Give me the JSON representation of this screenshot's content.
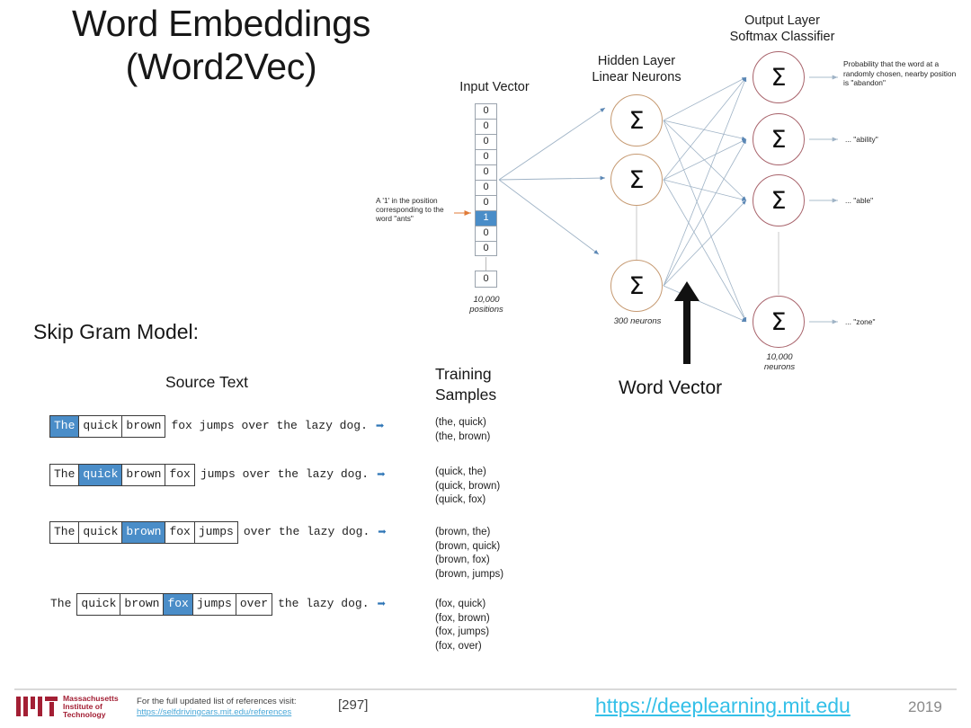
{
  "slide": {
    "title_line1": "Word Embeddings",
    "title_line2": "(Word2Vec)",
    "skipgram_heading": "Skip Gram Model:"
  },
  "diagram": {
    "input_vector_label": "Input Vector",
    "hidden_layer_label_line1": "Hidden Layer",
    "hidden_layer_label_line2": "Linear Neurons",
    "output_layer_label_line1": "Output Layer",
    "output_layer_label_line2": "Softmax Classifier",
    "input_annotation": "A '1' in the position corresponding to the word \"ants\"",
    "input_vector_cells": [
      "0",
      "0",
      "0",
      "0",
      "0",
      "0",
      "0",
      "1",
      "0",
      "0"
    ],
    "input_vector_active_index": 7,
    "input_vector_tail_cell": "0",
    "input_vector_caption_line1": "10,000",
    "input_vector_caption_line2": "positions",
    "hidden_neuron_glyph": "Σ",
    "hidden_caption": "300 neurons",
    "output_neuron_glyph": "Σ",
    "output_caption_line1": "10,000",
    "output_caption_line2": "neurons",
    "output_labels": [
      "Probability that the word at a randomly chosen, nearby position is \"abandon\"",
      "... \"ability\"",
      "... \"able\"",
      "... \"zone\""
    ],
    "word_vector_label": "Word Vector",
    "colors": {
      "hidden_neuron_stroke": "#c69a72",
      "output_neuron_stroke": "#a8636b",
      "wire_stroke": "#8ea3b8",
      "highlight_blue": "#4a8dc8",
      "annotation_arrow": "#e07b39"
    }
  },
  "skipgram": {
    "source_text_header": "Source Text",
    "training_samples_header_line1": "Training",
    "training_samples_header_line2": "Samples",
    "rows": [
      {
        "tokens": [
          {
            "text": "The",
            "boxed": true,
            "highlight": true
          },
          {
            "text": "quick",
            "boxed": true,
            "highlight": false
          },
          {
            "text": "brown",
            "boxed": true,
            "highlight": false
          },
          {
            "text": "fox jumps over the lazy dog.",
            "boxed": false,
            "highlight": false
          }
        ],
        "samples": [
          "(the, quick)",
          "(the, brown)"
        ]
      },
      {
        "tokens": [
          {
            "text": "The",
            "boxed": true,
            "highlight": false
          },
          {
            "text": "quick",
            "boxed": true,
            "highlight": true
          },
          {
            "text": "brown",
            "boxed": true,
            "highlight": false
          },
          {
            "text": "fox",
            "boxed": true,
            "highlight": false
          },
          {
            "text": "jumps over the lazy dog.",
            "boxed": false,
            "highlight": false
          }
        ],
        "samples": [
          "(quick, the)",
          "(quick, brown)",
          "(quick, fox)"
        ]
      },
      {
        "tokens": [
          {
            "text": "The",
            "boxed": true,
            "highlight": false
          },
          {
            "text": "quick",
            "boxed": true,
            "highlight": false
          },
          {
            "text": "brown",
            "boxed": true,
            "highlight": true
          },
          {
            "text": "fox",
            "boxed": true,
            "highlight": false
          },
          {
            "text": "jumps",
            "boxed": true,
            "highlight": false
          },
          {
            "text": "over the lazy dog.",
            "boxed": false,
            "highlight": false
          }
        ],
        "samples": [
          "(brown, the)",
          "(brown, quick)",
          "(brown, fox)",
          "(brown, jumps)"
        ]
      },
      {
        "tokens": [
          {
            "text": "The",
            "boxed": false,
            "highlight": false
          },
          {
            "text": "quick",
            "boxed": true,
            "highlight": false
          },
          {
            "text": "brown",
            "boxed": true,
            "highlight": false
          },
          {
            "text": "fox",
            "boxed": true,
            "highlight": true
          },
          {
            "text": "jumps",
            "boxed": true,
            "highlight": false
          },
          {
            "text": "over",
            "boxed": true,
            "highlight": false
          },
          {
            "text": "the lazy dog.",
            "boxed": false,
            "highlight": false
          }
        ],
        "samples": [
          "(fox, quick)",
          "(fox, brown)",
          "(fox, jumps)",
          "(fox, over)"
        ]
      }
    ],
    "row_arrow_glyph": "➡"
  },
  "footer": {
    "mit_wordmark_line1": "Massachusetts",
    "mit_wordmark_line2": "Institute of",
    "mit_wordmark_line3": "Technology",
    "reference_note": "For the full updated list of references visit:",
    "reference_link": "https://selfdrivingcars.mit.edu/references",
    "reference_number": "[297]",
    "site_link": "https://deeplearning.mit.edu",
    "year": "2019",
    "colors": {
      "mit_red": "#a31f34",
      "site_link_cyan": "#35c0e8"
    }
  }
}
